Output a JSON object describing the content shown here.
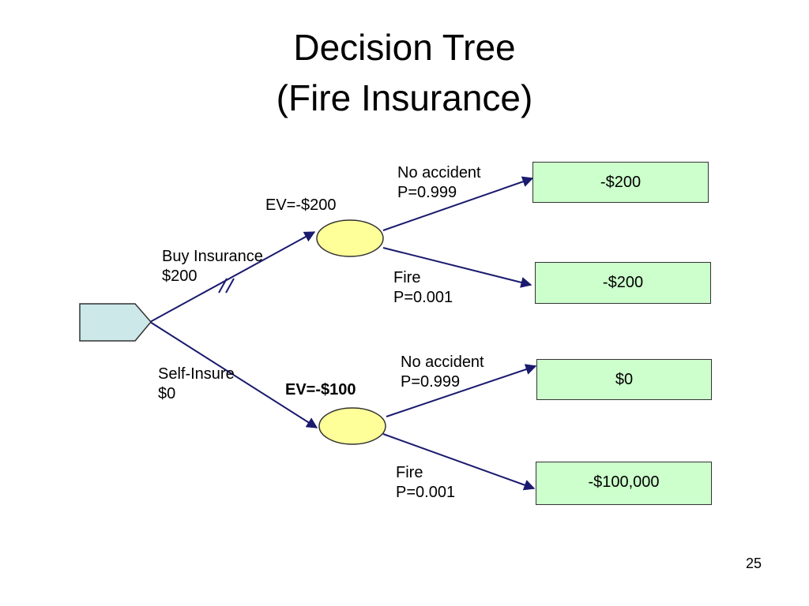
{
  "slide": {
    "title_line1": "Decision Tree",
    "title_line2": "(Fire Insurance)",
    "page_number": "25"
  },
  "decision": {
    "upper_branch": {
      "line1": "Buy Insurance",
      "line2": "$200"
    },
    "lower_branch": {
      "line1": "Self-Insure",
      "line2": "$0"
    }
  },
  "chance_nodes": {
    "upper": {
      "ev": "EV=-$200",
      "outcomes": [
        {
          "event": "No accident",
          "prob": "P=0.999",
          "value": "-$200"
        },
        {
          "event": "Fire",
          "prob": "P=0.001",
          "value": "-$200"
        }
      ]
    },
    "lower": {
      "ev": "EV=-$100",
      "outcomes": [
        {
          "event": "No accident",
          "prob": "P=0.999",
          "value": "$0"
        },
        {
          "event": "Fire",
          "prob": "P=0.001",
          "value": "-$100,000"
        }
      ]
    }
  },
  "colors": {
    "line": "#1a1a6e",
    "decision_node": "#cce8e8",
    "chance_node": "#ffff99",
    "outcome_box": "#ccffcc"
  }
}
